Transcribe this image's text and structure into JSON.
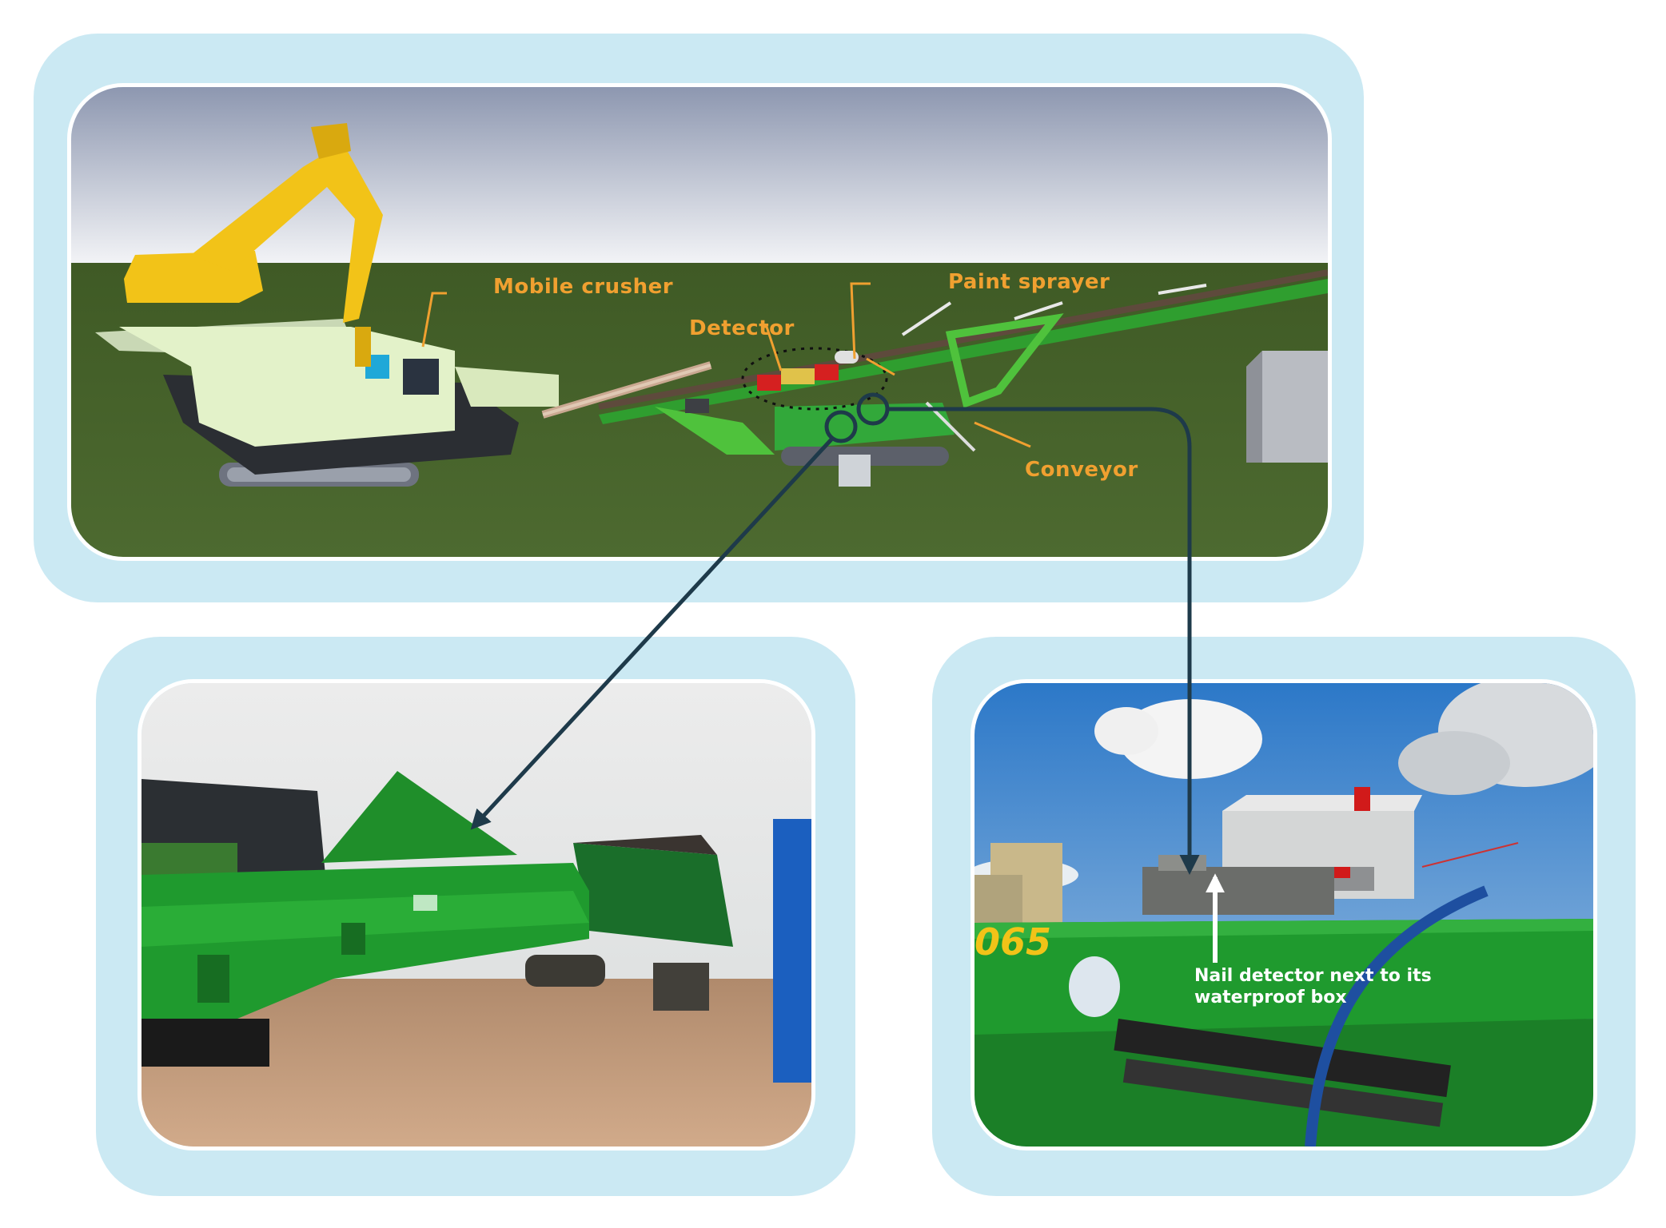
{
  "labels": {
    "mobile_crusher": "Mobile crusher",
    "paint_sprayer": "Paint sprayer",
    "detector": "Detector",
    "conveyor": "Conveyor",
    "nail_detector": "Nail detector next to its waterproof box",
    "machine_number": "065"
  },
  "colors": {
    "frame": "#cbe9f3",
    "label_orange": "#f0a030",
    "arrow": "#1e3a4a",
    "machine_green": "#1f9a2e",
    "excavator_yellow": "#f2c318"
  }
}
